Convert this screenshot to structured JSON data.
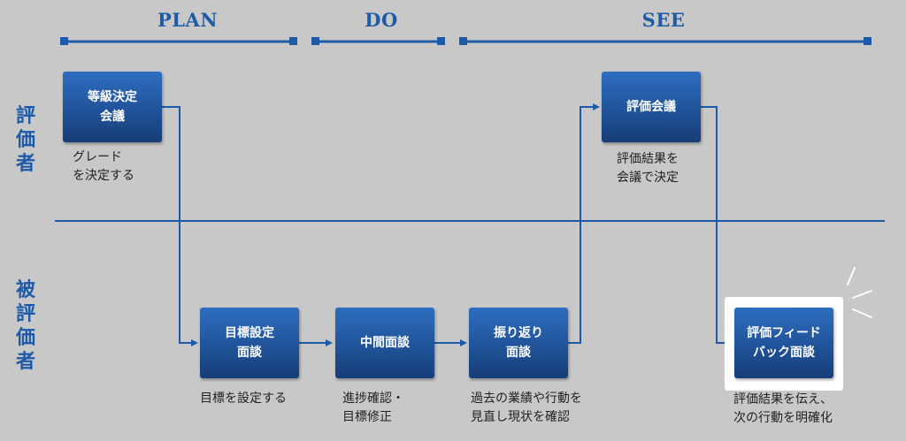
{
  "phases": [
    {
      "id": "plan",
      "label": "PLAN"
    },
    {
      "id": "do",
      "label": "DO"
    },
    {
      "id": "see",
      "label": "SEE"
    }
  ],
  "roles": {
    "evaluator": "評\n価\n者",
    "evaluatee": "被\n評\n価\n者"
  },
  "boxes": {
    "grade_meeting": "等級決定\n会議",
    "evaluation_meeting": "評価会議",
    "goal_interview": "目標設定\n面談",
    "midterm_interview": "中間面談",
    "review_interview": "振り返り\n面談",
    "feedback_interview": "評価フィード\nバック面談"
  },
  "captions": {
    "grade_meeting": "グレード\nを決定する",
    "evaluation_meeting": "評価結果を\n会議で決定",
    "goal_interview": "目標を設定する",
    "midterm_interview": "進捗確認・\n目標修正",
    "review_interview": "過去の業績や行動を\n見直し現状を確認",
    "feedback_interview": "評価結果を伝え、\n次の行動を明確化"
  },
  "colors": {
    "background": "#c8c8c8",
    "accent_blue": "#1d5ba8",
    "box_top": "#2d6ec0",
    "box_bottom": "#163d78",
    "highlight": "#ffffff"
  }
}
